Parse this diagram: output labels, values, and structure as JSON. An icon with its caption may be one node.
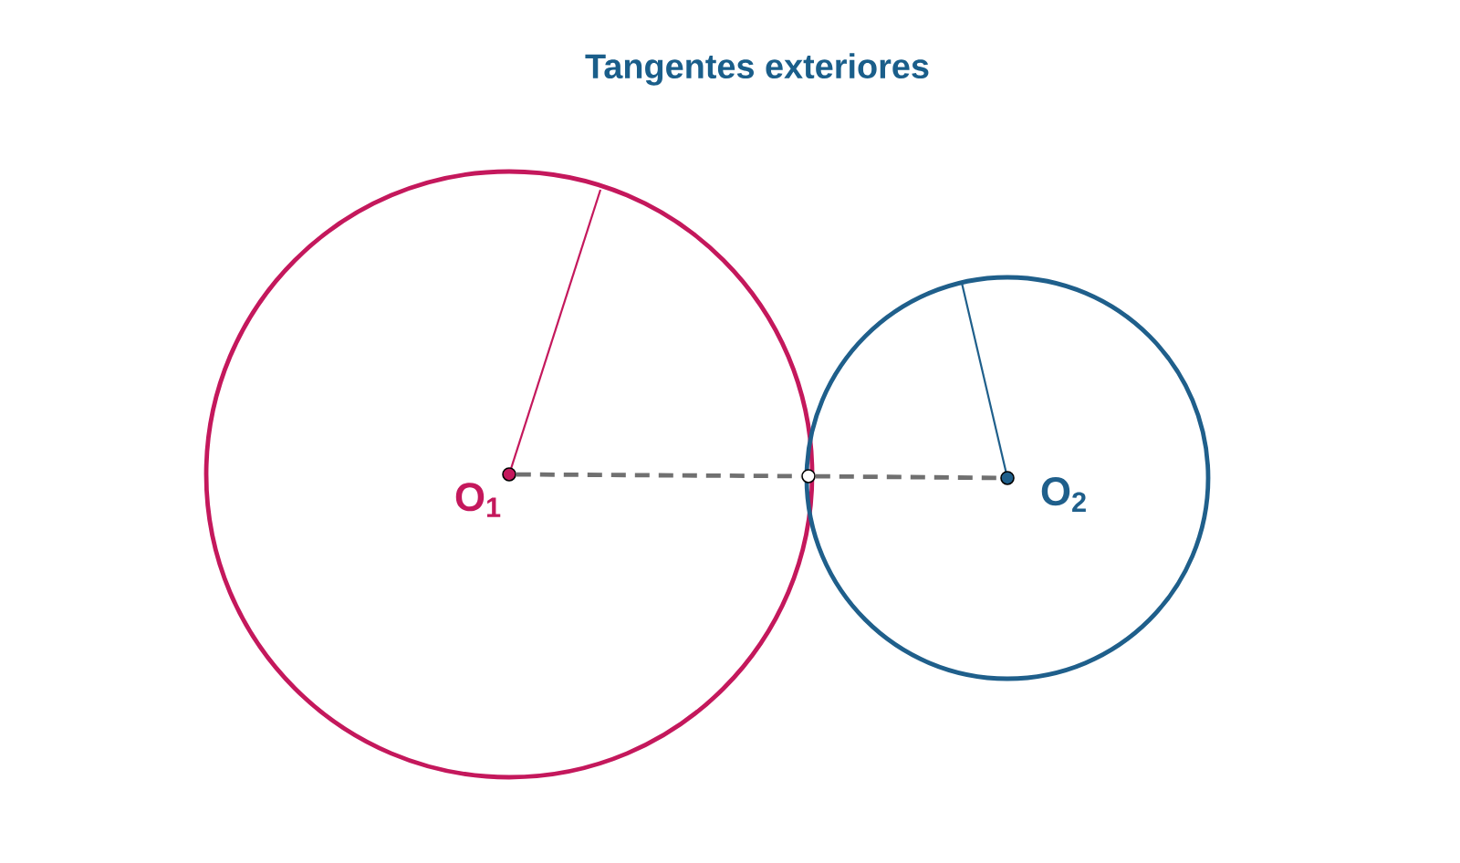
{
  "diagram": {
    "title": "Tangentes exteriores",
    "nodes": [
      {
        "text": [],
        "shape": "circle",
        "beside": [
          "O$_{1}$"
        ]
      },
      {
        "text": [],
        "shape": "circle"
      },
      {
        "text": [],
        "shape": "circle",
        "beside": [
          "O$_{2}$"
        ]
      }
    ],
    "edges": [
      {
        "from": 0,
        "to": 1,
        "arrow": "none",
        "style": "dashed"
      },
      {
        "from": 1,
        "to": 2,
        "arrow": "none",
        "style": "dashed"
      }
    ]
  }
}
